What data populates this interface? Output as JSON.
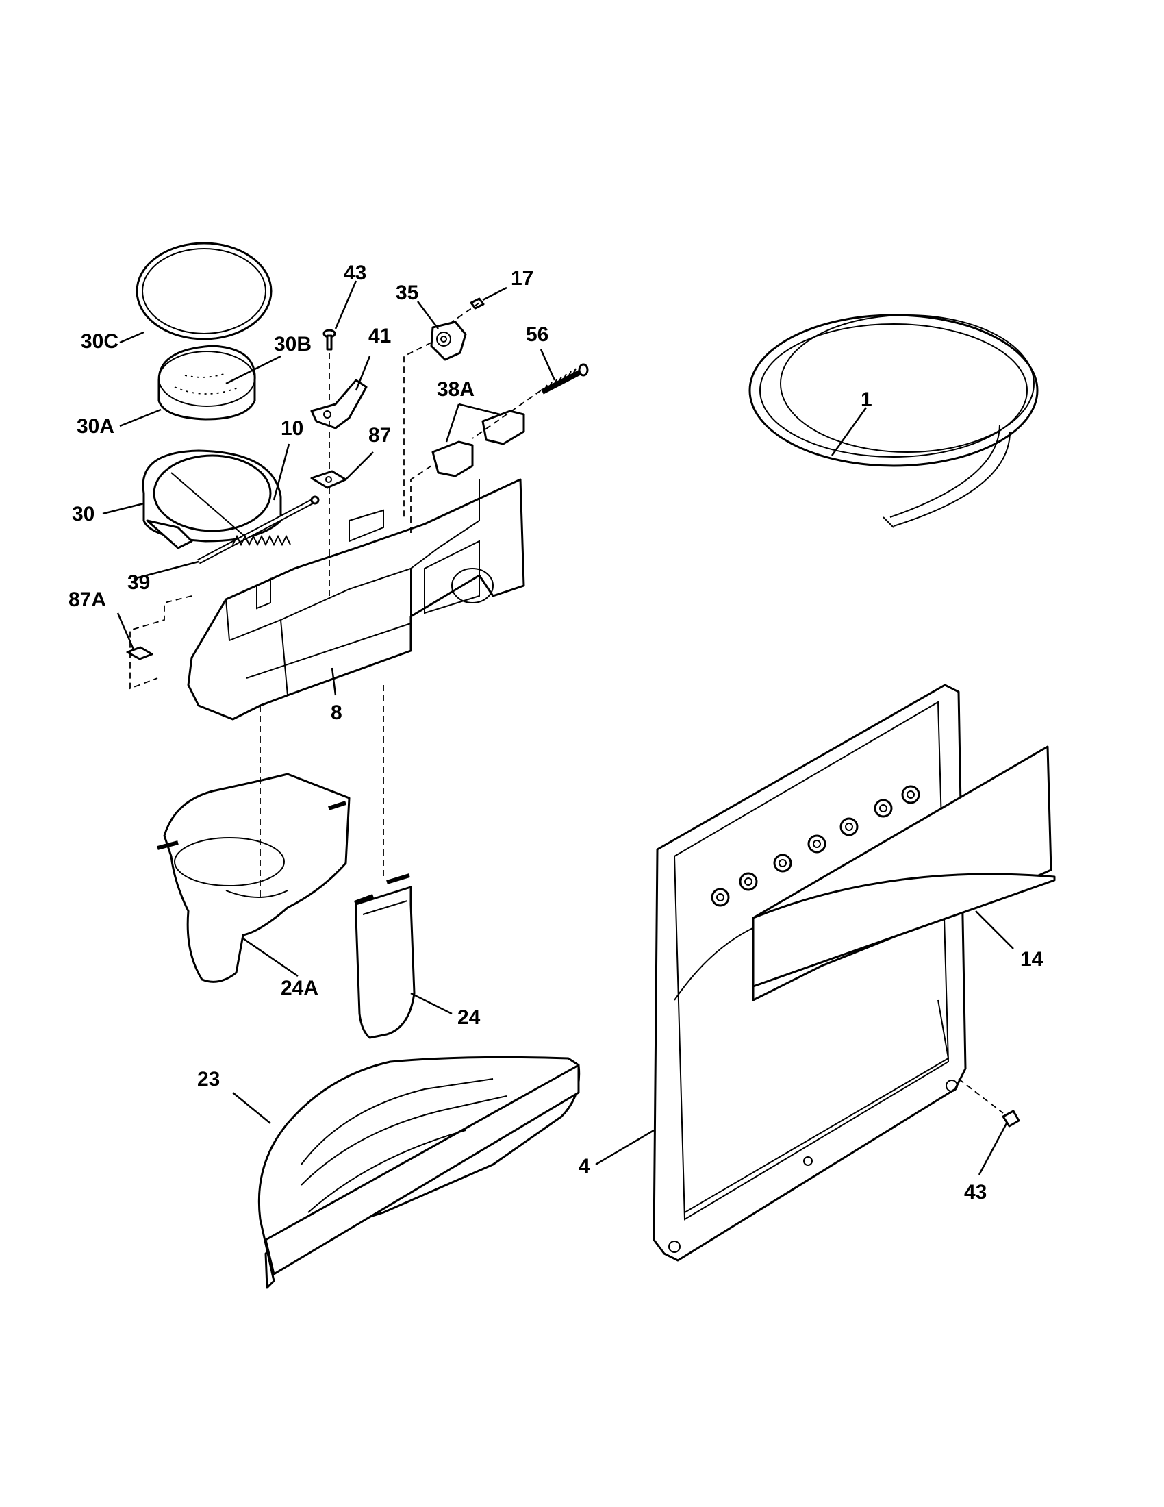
{
  "callouts": {
    "c1": "1",
    "c4": "4",
    "c8": "8",
    "c10": "10",
    "c14": "14",
    "c17": "17",
    "c23": "23",
    "c24": "24",
    "c24a": "24A",
    "c30": "30",
    "c30a": "30A",
    "c30b": "30B",
    "c30c": "30C",
    "c35": "35",
    "c38a": "38A",
    "c39": "39",
    "c41": "41",
    "c43_top": "43",
    "c43_bottom": "43",
    "c56": "56",
    "c87": "87",
    "c87a": "87A"
  }
}
